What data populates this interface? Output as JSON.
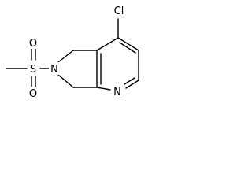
{
  "molecule": {
    "atoms": {
      "cl": "Cl",
      "s": "S",
      "o_top": "O",
      "o_bottom": "O",
      "n_ring": "N",
      "n_pyridine": "N"
    }
  }
}
